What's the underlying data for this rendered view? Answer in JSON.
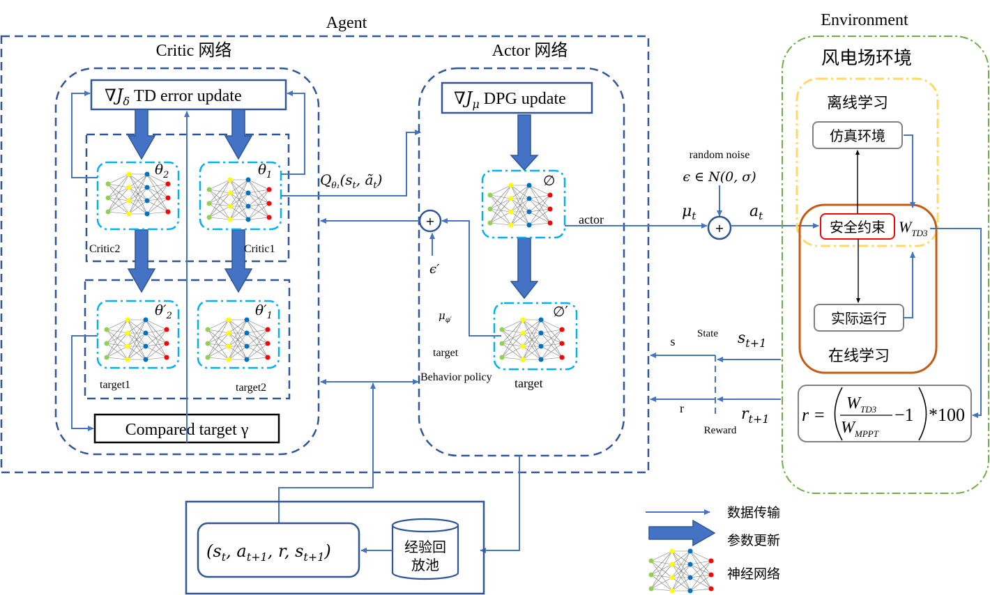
{
  "titles": {
    "agent": "Agent",
    "environment": "Environment",
    "critic_network": "Critic 网络",
    "actor_network": "Actor 网络",
    "wind_farm_env": "风电场环境"
  },
  "critic": {
    "td_update_label": "∇J",
    "td_update_sub": "δ",
    "td_update_text": " TD error update",
    "critic2_param": "θ",
    "critic2_param_sub": "2",
    "critic1_param": "θ",
    "critic1_param_sub": "1",
    "critic2_label": "Critic2",
    "critic1_label": "Critic1",
    "target1_param": "θ′",
    "target1_param_sub": "2",
    "target2_param": "θ′",
    "target2_param_sub": "1",
    "target1_label": "target1",
    "target2_label": "target2",
    "compared_target": "Compared target γ",
    "q_value_label": "Q",
    "q_value_sub": "θ₁",
    "q_value_args": "(s",
    "q_value_args_sub1": "t",
    "q_value_args_mid": ", ã",
    "q_value_args_sub2": "t",
    "q_value_args_end": ")"
  },
  "actor": {
    "dpg_update_label": "∇J",
    "dpg_update_sub": "μ",
    "dpg_update_text": " DPG update",
    "actor_param": "∅",
    "target_param": "∅′",
    "actor_out_label": "actor",
    "target_label": "target",
    "mu_phi_label": "μ",
    "mu_phi_sub": "φ′",
    "target_text": "target",
    "behavior_policy": "Behavior policy",
    "epsilon_prime": "ϵ′",
    "sum_symbol": "+"
  },
  "noise": {
    "title": "random noise",
    "formula": "ϵ ∈ N(0, σ)",
    "mu_t": "μ",
    "mu_t_sub": "t",
    "a_t": "a",
    "a_t_sub": "t",
    "sum_symbol": "+"
  },
  "transitions": {
    "state_label": "State",
    "reward_label": "Reward",
    "s_label": "s",
    "r_label": "r",
    "s_next": "s",
    "s_next_sub": "t+1",
    "r_next": "r",
    "r_next_sub": "t+1"
  },
  "environment": {
    "offline_learning": "离线学习",
    "simulation_env": "仿真环境",
    "safety_constraint": "安全约束",
    "w_td3": "W",
    "w_td3_sub": "TD3",
    "actual_operation": "实际运行",
    "online_learning": "在线学习",
    "reward_formula": {
      "r": "r",
      "equals": "=",
      "numerator": "W",
      "numerator_sub": "TD3",
      "denominator": "W",
      "denominator_sub": "MPPT",
      "minus_one": "−1",
      "times": "*100"
    }
  },
  "replay": {
    "tuple": "(s",
    "tuple_s_sub": "t",
    "tuple_a": ", a",
    "tuple_a_sub": "t+1",
    "tuple_r": ", r, s",
    "tuple_s2_sub": "t+1",
    "tuple_end": ")",
    "buffer_line1": "经验回",
    "buffer_line2": "放池"
  },
  "legend": {
    "data_transfer": "数据传输",
    "param_update": "参数更新",
    "neural_network": "神经网络"
  },
  "colors": {
    "dark_blue": "#2f5597",
    "flow_blue": "#4472c4",
    "net_cyan": "#00b0f0",
    "env_green": "#70ad47",
    "offline_yellow": "#ffd966",
    "online_orange": "#c55a11",
    "safety_red": "#ff0000",
    "node_green": "#92d050",
    "node_yellow": "#ffff00",
    "node_blue": "#0070c0",
    "node_red": "#ff0000"
  }
}
